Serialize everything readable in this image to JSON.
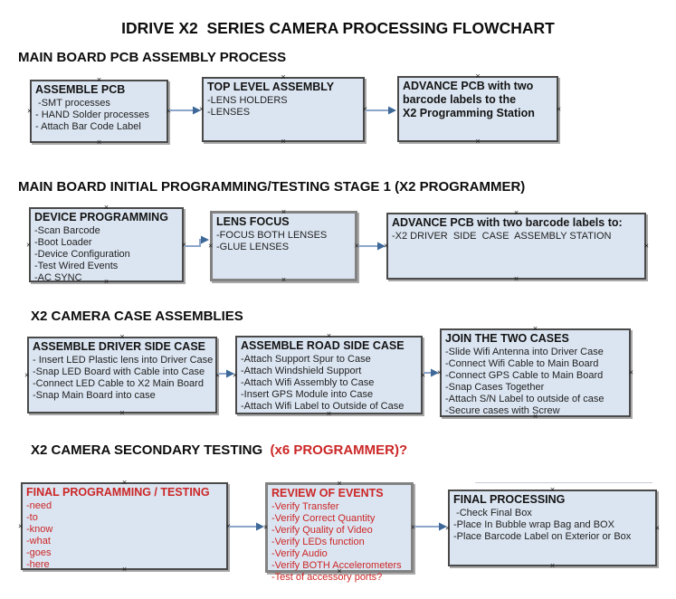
{
  "title": "IDRIVE X2  SERIES CAMERA PROCESSING FLOWCHART",
  "colors": {
    "box_fill": "#dbe5f1",
    "box_border": "#4a4a4a",
    "arrow_line": "#8ca6cb",
    "arrow_head": "#3d6898",
    "red_text": "#cc2626"
  },
  "sections": {
    "s1": {
      "heading": "MAIN BOARD PCB ASSEMBLY PROCESS"
    },
    "s2": {
      "heading": "MAIN BOARD INITIAL PROGRAMMING/TESTING STAGE 1 (X2 PROGRAMMER)"
    },
    "s3": {
      "heading": "X2 CAMERA CASE ASSEMBLIES"
    },
    "s4": {
      "heading": "X2 CAMERA SECONDARY TESTING ",
      "heading_red": " (x6 PROGRAMMER)?"
    }
  },
  "boxes": {
    "assemble_pcb": {
      "title": "ASSEMBLE PCB",
      "items": [
        " -SMT processes",
        "- HAND Solder processes",
        "- Attach Bar Code Label"
      ]
    },
    "top_level": {
      "title": "TOP LEVEL ASSEMBLY",
      "items": [
        "-LENS HOLDERS",
        "-LENSES"
      ]
    },
    "advance1": {
      "title": "ADVANCE PCB with two\nbarcode labels to the\n X2 Programming Station",
      "items": []
    },
    "device_prog": {
      "title": "DEVICE PROGRAMMING",
      "items": [
        "-Scan Barcode",
        "-Boot Loader",
        "-Device Configuration",
        "-Test Wired Events",
        "-AC SYNC"
      ]
    },
    "lens_focus": {
      "title": "LENS FOCUS",
      "items": [
        "-FOCUS BOTH LENSES",
        "-GLUE LENSES"
      ]
    },
    "advance2": {
      "title": "ADVANCE PCB with two barcode labels to:",
      "items": [
        "-X2 DRIVER  SIDE  CASE  ASSEMBLY STATION"
      ]
    },
    "driver_case": {
      "title": "ASSEMBLE DRIVER SIDE CASE",
      "items": [
        "- Insert LED Plastic lens into Driver Case",
        "-Snap LED Board with Cable into Case",
        "-Connect LED Cable to X2 Main Board",
        "-Snap Main Board into case"
      ]
    },
    "road_case": {
      "title": "ASSEMBLE ROAD SIDE CASE",
      "items": [
        "-Attach Support Spur to Case",
        "-Attach Windshield Support",
        "-Attach Wifi Assembly to Case",
        "-Insert GPS Module into Case",
        "-Attach Wifi Label to Outside of Case"
      ]
    },
    "join_cases": {
      "title": "JOIN THE TWO CASES",
      "items": [
        "-Slide Wifi Antenna into Driver Case",
        "-Connect Wifi Cable to Main Board",
        "-Connect GPS Cable to Main Board",
        "-Snap Cases Together",
        "-Attach S/N Label to outside of case",
        "-Secure cases with Screw"
      ]
    },
    "final_prog": {
      "title": "FINAL PROGRAMMING / TESTING",
      "items": [
        "-need",
        "-to",
        "-know",
        "-what",
        "-goes",
        "-here"
      ]
    },
    "review": {
      "title": "REVIEW OF EVENTS",
      "items": [
        "-Verify Transfer",
        "-Verify Correct Quantity",
        "-Verify Quality of Video",
        "-Verify LEDs function",
        "-Verify Audio",
        "-Verify BOTH Accelerometers",
        "-Test of accessory ports?"
      ]
    },
    "final_proc": {
      "title": "FINAL PROCESSING",
      "items": [
        " -Check Final Box",
        "-Place In Bubble wrap Bag and BOX",
        "-Place Barcode Label on Exterior or Box"
      ]
    }
  }
}
